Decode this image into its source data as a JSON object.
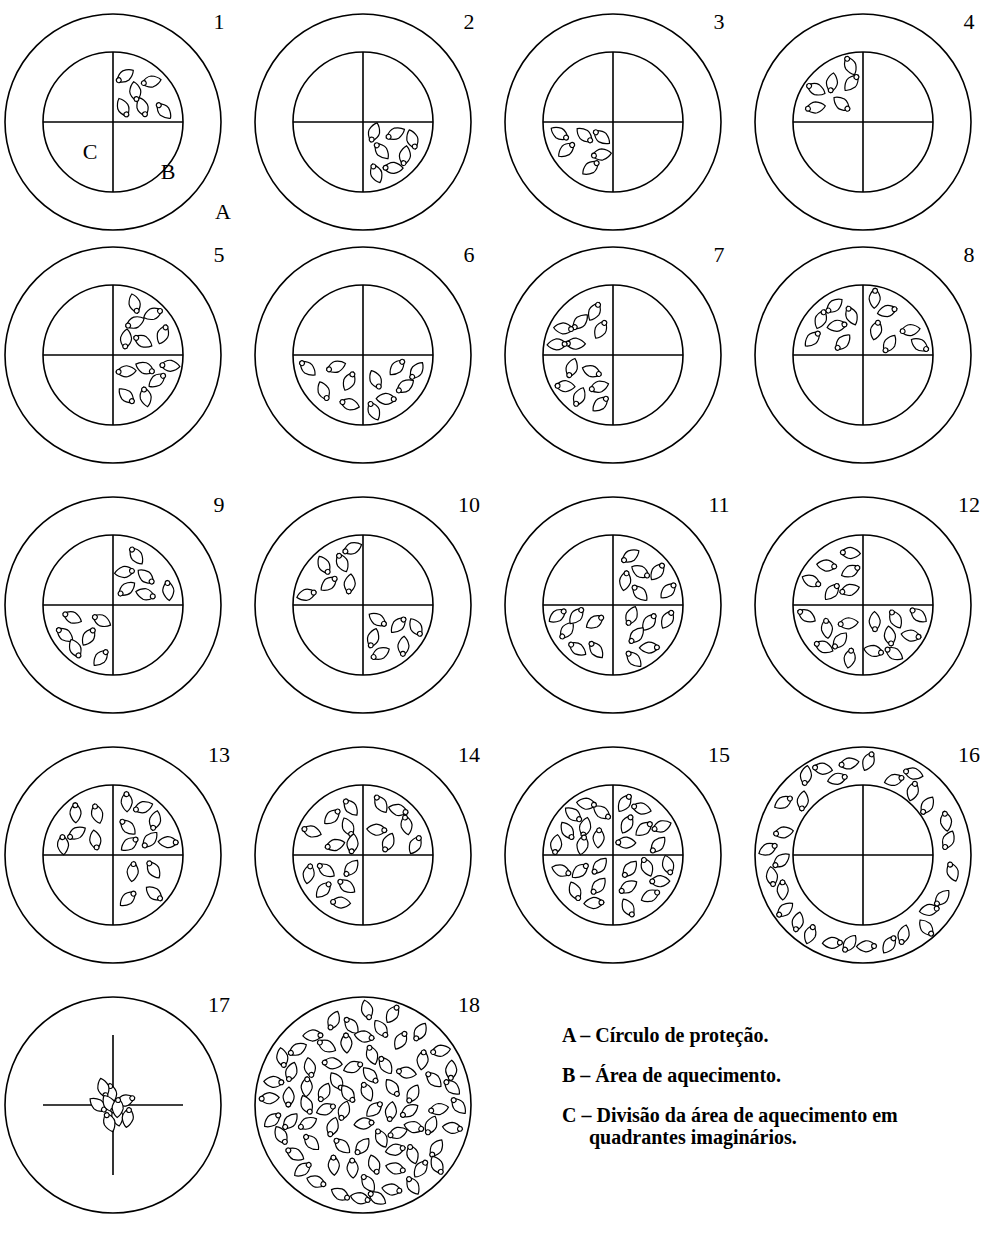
{
  "diagram": {
    "nodes": [
      {
        "text": [
          "1",
          "C",
          "B",
          "A"
        ]
      },
      {
        "text": [
          "2"
        ]
      },
      {
        "text": [
          "3"
        ]
      },
      {
        "text": [
          "4"
        ]
      },
      {
        "text": [
          "5"
        ]
      },
      {
        "text": [
          "6"
        ]
      },
      {
        "text": [
          "7"
        ]
      },
      {
        "text": [
          "8"
        ]
      },
      {
        "text": [
          "9"
        ]
      },
      {
        "text": [
          "10"
        ]
      },
      {
        "text": [
          "11"
        ]
      },
      {
        "text": [
          "12"
        ]
      },
      {
        "text": [
          "13"
        ]
      },
      {
        "text": [
          "14"
        ]
      },
      {
        "text": [
          "15"
        ]
      },
      {
        "text": [
          "16"
        ]
      },
      {
        "text": [
          "17"
        ]
      },
      {
        "text": [
          "18"
        ]
      }
    ],
    "labels": [
      "A – Círculo de proteção.",
      "B – Área de aquecimento.",
      "C – Divisão da área de aquecimento em quadrantes imaginários."
    ]
  }
}
